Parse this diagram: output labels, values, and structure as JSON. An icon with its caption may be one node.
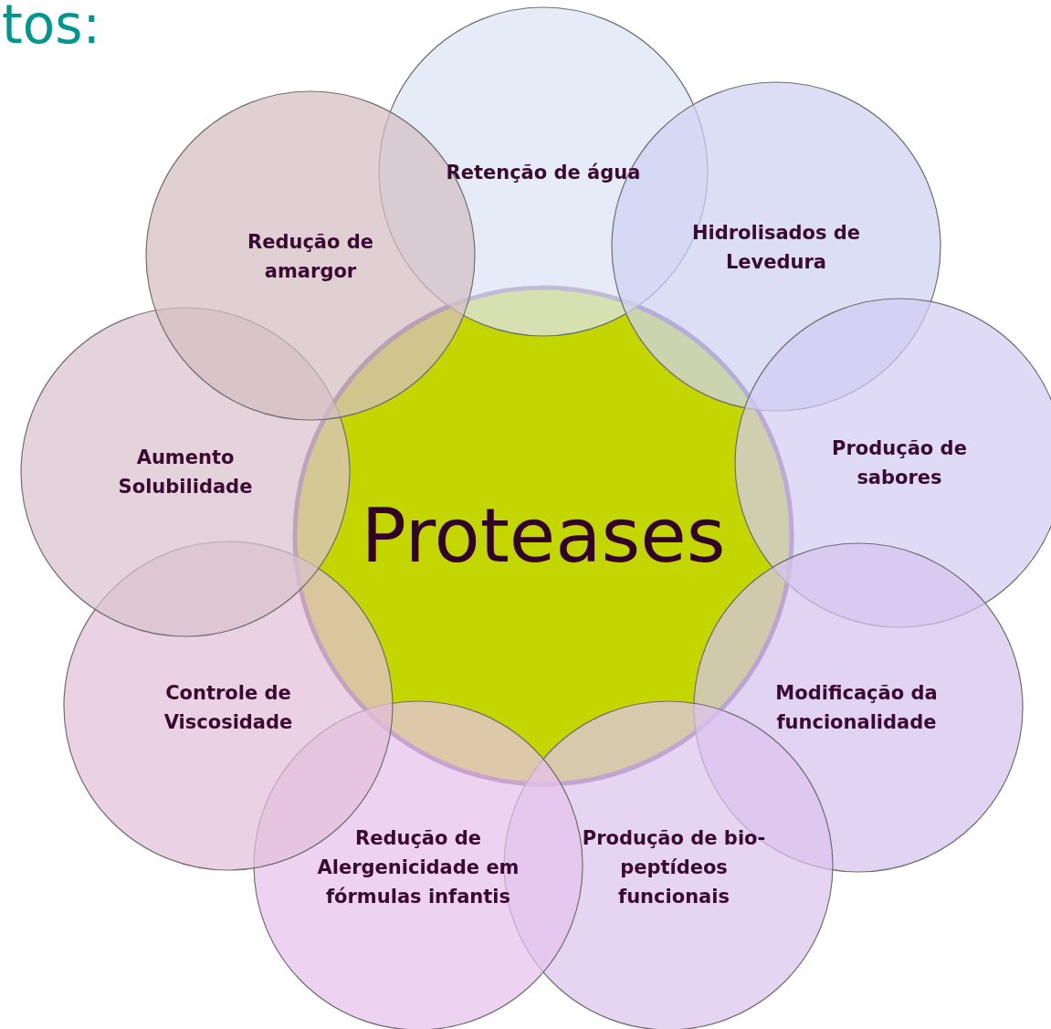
{
  "diagram": {
    "title": "tos:",
    "nodes": [
      {
        "text": [
          "Proteases"
        ]
      },
      {
        "text": [
          "Retenção de água"
        ]
      },
      {
        "text": [
          "Hidrolisados de Levedura"
        ]
      },
      {
        "text": [
          "Produção de sabores"
        ]
      },
      {
        "text": [
          "Modificação da funcionalidade"
        ]
      },
      {
        "text": [
          "Produção de bio-peptídeos funcionais"
        ]
      },
      {
        "text": [
          "Redução de Alergenicidade em fórmulas infantis"
        ]
      },
      {
        "text": [
          "Controle de Viscosidade"
        ]
      },
      {
        "text": [
          "Aumento Solubilidade"
        ]
      },
      {
        "text": [
          "Redução de amargor"
        ]
      }
    ],
    "edges": []
  }
}
